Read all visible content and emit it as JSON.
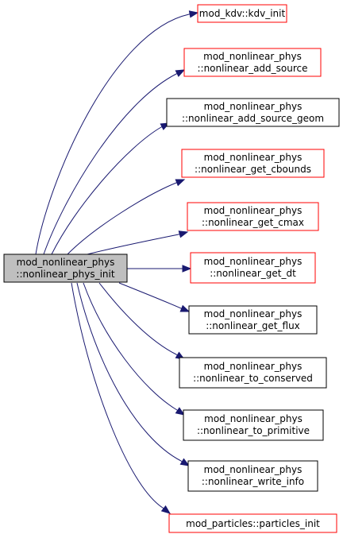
{
  "graph": {
    "source": {
      "lines": [
        "mod_nonlinear_phys",
        "::nonlinear_phys_init"
      ],
      "fill": "#bfbfbf",
      "border": "#000000"
    },
    "targets": [
      {
        "lines": [
          "mod_kdv::kdv_init"
        ],
        "border": "#ff0000"
      },
      {
        "lines": [
          "mod_nonlinear_phys",
          "::nonlinear_add_source"
        ],
        "border": "#ff0000"
      },
      {
        "lines": [
          "mod_nonlinear_phys",
          "::nonlinear_add_source_geom"
        ],
        "border": "#000000"
      },
      {
        "lines": [
          "mod_nonlinear_phys",
          "::nonlinear_get_cbounds"
        ],
        "border": "#ff0000"
      },
      {
        "lines": [
          "mod_nonlinear_phys",
          "::nonlinear_get_cmax"
        ],
        "border": "#ff0000"
      },
      {
        "lines": [
          "mod_nonlinear_phys",
          "::nonlinear_get_dt"
        ],
        "border": "#ff0000"
      },
      {
        "lines": [
          "mod_nonlinear_phys",
          "::nonlinear_get_flux"
        ],
        "border": "#000000"
      },
      {
        "lines": [
          "mod_nonlinear_phys",
          "::nonlinear_to_conserved"
        ],
        "border": "#000000"
      },
      {
        "lines": [
          "mod_nonlinear_phys",
          "::nonlinear_to_primitive"
        ],
        "border": "#000000"
      },
      {
        "lines": [
          "mod_nonlinear_phys",
          "::nonlinear_write_info"
        ],
        "border": "#000000"
      },
      {
        "lines": [
          "mod_particles::particles_init"
        ],
        "border": "#ff0000"
      }
    ],
    "edge_color": "#191970"
  }
}
